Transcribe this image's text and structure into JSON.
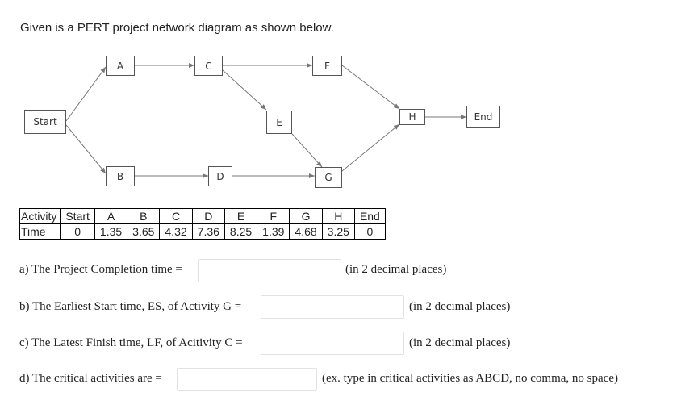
{
  "intro": "Given is a PERT project network diagram as shown below.",
  "diagram": {
    "nodes": {
      "start": "Start",
      "a": "A",
      "b": "B",
      "c": "C",
      "d": "D",
      "e": "E",
      "f": "F",
      "g": "G",
      "h": "H",
      "end": "End"
    }
  },
  "table": {
    "header_row": [
      "Activity",
      "Start",
      "A",
      "B",
      "C",
      "D",
      "E",
      "F",
      "G",
      "H",
      "End"
    ],
    "time_row": [
      "Time",
      "0",
      "1.35",
      "3.65",
      "4.32",
      "7.36",
      "8.25",
      "1.39",
      "4.68",
      "3.25",
      "0"
    ]
  },
  "questions": [
    {
      "text": "a) The Project Completion time =",
      "value": "",
      "hint": "(in 2 decimal places)"
    },
    {
      "text": "b) The Earliest Start time, ES, of Activity G =",
      "value": "",
      "hint": "(in 2 decimal places)"
    },
    {
      "text": "c) The Latest Finish time, LF, of Acitivity C =",
      "value": "",
      "hint": "(in 2 decimal places)"
    },
    {
      "text": "d) The critical activities are =",
      "value": "",
      "hint": "(ex. type in critical activities as ABCD, no comma, no space)"
    }
  ]
}
